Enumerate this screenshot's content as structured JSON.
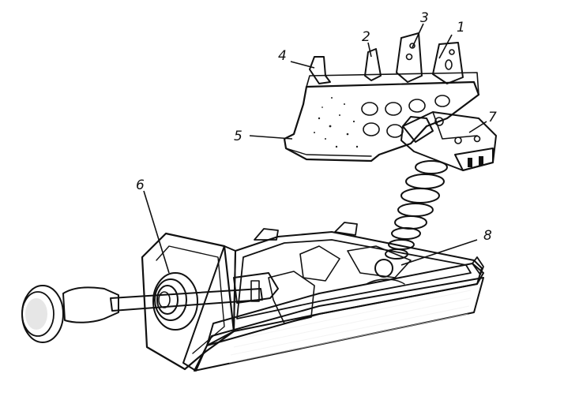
{
  "figure": {
    "callouts": [
      {
        "id": "1",
        "label": "1"
      },
      {
        "id": "2",
        "label": "2"
      },
      {
        "id": "3",
        "label": "3"
      },
      {
        "id": "4",
        "label": "4"
      },
      {
        "id": "5",
        "label": "5"
      },
      {
        "id": "6",
        "label": "6"
      },
      {
        "id": "7",
        "label": "7"
      },
      {
        "id": "8",
        "label": "8"
      }
    ]
  }
}
